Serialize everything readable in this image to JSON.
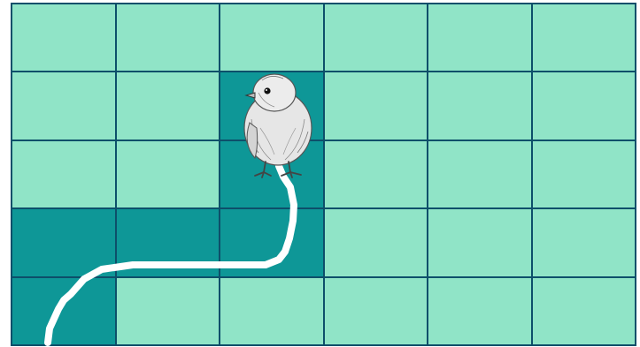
{
  "game": {
    "grid": {
      "rows": 5,
      "cols": 6
    },
    "colors": {
      "cell": "#90e4c7",
      "visited_cell": "#0e9797",
      "grid_line": "#0d4f6a",
      "path": "#ffffff"
    },
    "visited_cells": [
      {
        "row": 1,
        "col": 2
      },
      {
        "row": 2,
        "col": 2
      },
      {
        "row": 3,
        "col": 0
      },
      {
        "row": 3,
        "col": 1
      },
      {
        "row": 3,
        "col": 2
      },
      {
        "row": 4,
        "col": 0
      }
    ],
    "character": {
      "name": "chick",
      "icon": "chick-icon",
      "row": 1,
      "col": 2
    },
    "path_drawn": true
  }
}
